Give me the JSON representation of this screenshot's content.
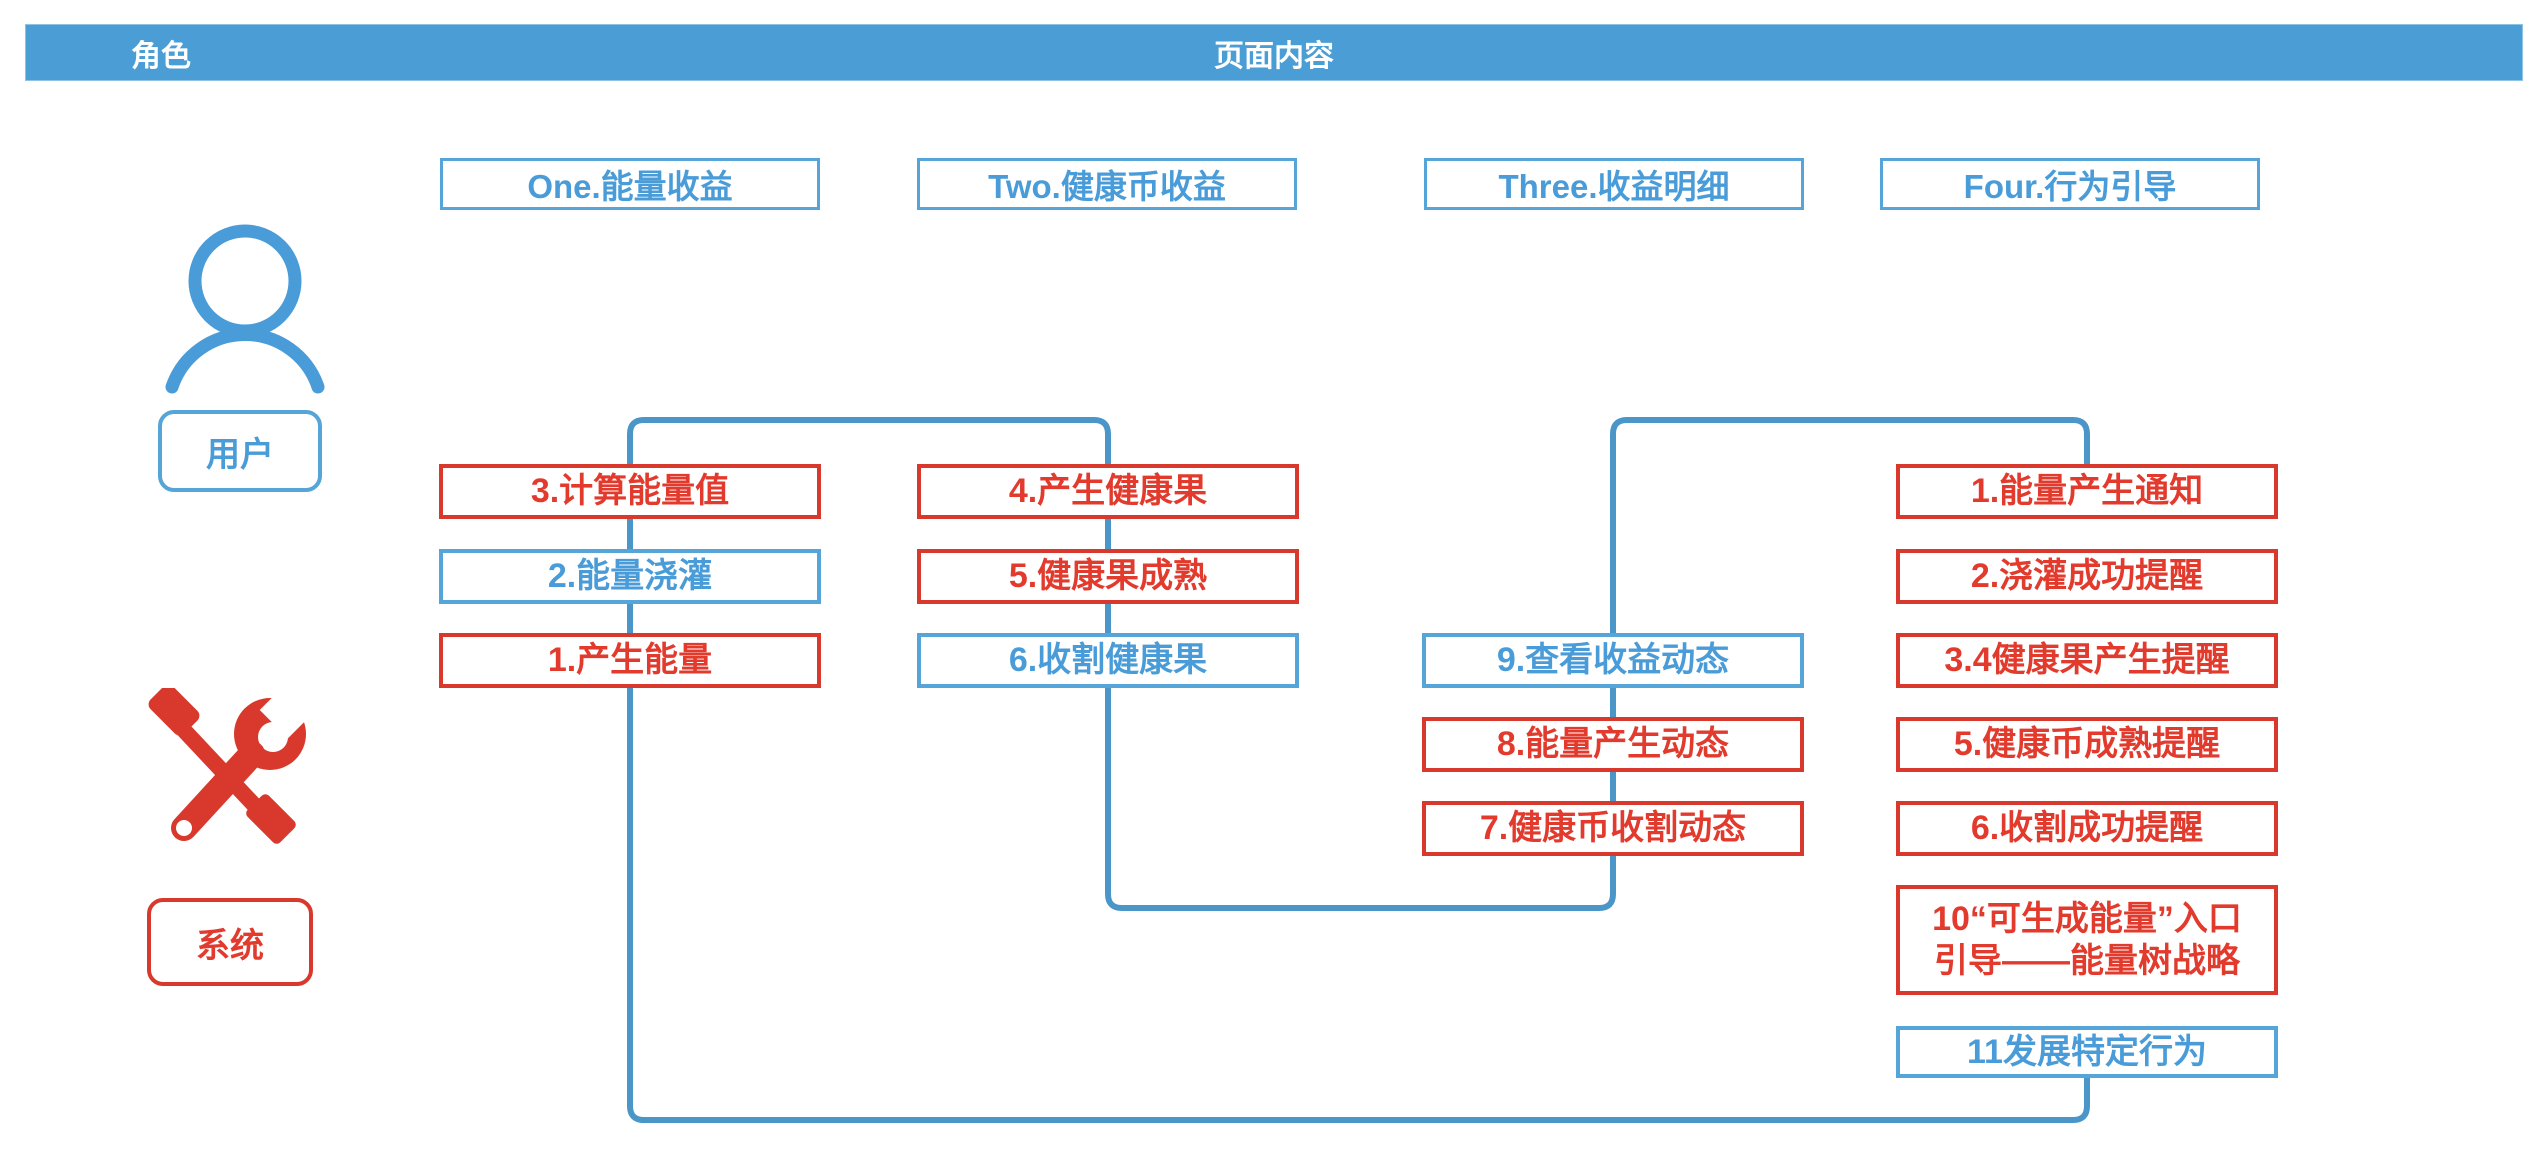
{
  "header": {
    "left_label": "角色",
    "center_label": "页面内容"
  },
  "column_headers": [
    {
      "label": "One.能量收益"
    },
    {
      "label": "Two.健康币收益"
    },
    {
      "label": "Three.收益明细"
    },
    {
      "label": "Four.行为引导"
    }
  ],
  "actors": {
    "user": {
      "label": "用户",
      "icon": "user-person-icon"
    },
    "system": {
      "label": "系统",
      "icon": "system-tools-icon"
    }
  },
  "boxes": [
    {
      "label": "3.计算能量值",
      "color": "red",
      "column": 1,
      "row": 1
    },
    {
      "label": "2.能量浇灌",
      "color": "blue",
      "column": 1,
      "row": 2
    },
    {
      "label": "1.产生能量",
      "color": "red",
      "column": 1,
      "row": 3
    },
    {
      "label": "4.产生健康果",
      "color": "red",
      "column": 2,
      "row": 1
    },
    {
      "label": "5.健康果成熟",
      "color": "red",
      "column": 2,
      "row": 2
    },
    {
      "label": "6.收割健康果",
      "color": "blue",
      "column": 2,
      "row": 3
    },
    {
      "label": "9.查看收益动态",
      "color": "blue",
      "column": 3,
      "row": 3
    },
    {
      "label": "8.能量产生动态",
      "color": "red",
      "column": 3,
      "row": 4
    },
    {
      "label": "7.健康币收割动态",
      "color": "red",
      "column": 3,
      "row": 5
    },
    {
      "label": "1.能量产生通知",
      "color": "red",
      "column": 4,
      "row": 1
    },
    {
      "label": "2.浇灌成功提醒",
      "color": "red",
      "column": 4,
      "row": 2
    },
    {
      "label": "3.4健康果产生提醒",
      "color": "red",
      "column": 4,
      "row": 3
    },
    {
      "label": "5.健康币成熟提醒",
      "color": "red",
      "column": 4,
      "row": 4
    },
    {
      "label": "6.收割成功提醒",
      "color": "red",
      "column": 4,
      "row": 5
    },
    {
      "line1": "10“可生成能量”入口",
      "line2": "引导——能量树战略",
      "color": "red",
      "column": 4,
      "row": 6
    },
    {
      "label": "11发展特定行为",
      "color": "blue",
      "column": 4,
      "row": 7
    }
  ],
  "colors": {
    "header_bg": "#4a9dd5",
    "blue_border": "#56a5d8",
    "blue_text": "#4a9cd9",
    "red_border": "#d8392c",
    "red_text": "#e23a2d",
    "connector_blue": "#4a96c8",
    "icon_blue": "#4a9cd9",
    "icon_red": "#d8392c"
  }
}
